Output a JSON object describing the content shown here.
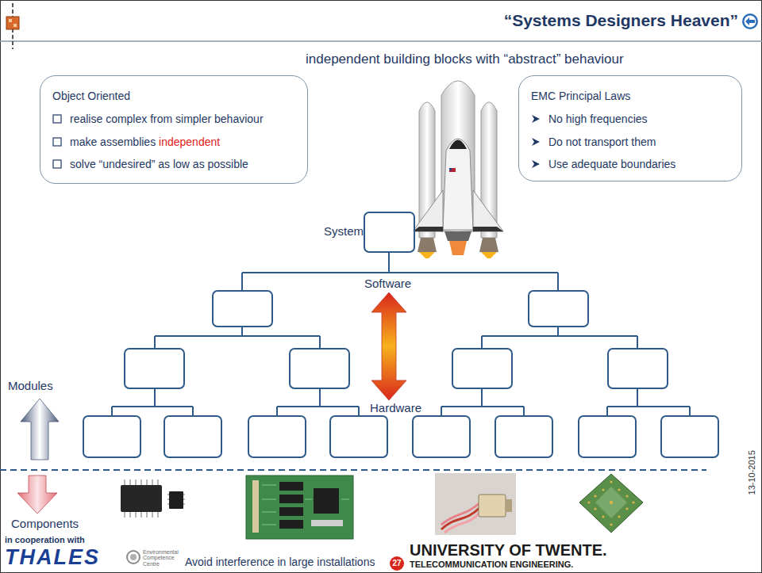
{
  "diagram": {
    "title": "“Systems Designers Heaven”",
    "nodes": [
      {
        "text": [
          "Object Oriented",
          "realise complex from simpler behaviour",
          "make assemblies",
          "independent",
          "solve “undesired” as low as possible"
        ]
      },
      {
        "text": [
          "EMC Principal Laws",
          "No high frequencies",
          "Do not transport them",
          "Use adequate boundaries"
        ]
      }
    ],
    "labels": [
      "independent building blocks with “abstract” behaviour",
      "System",
      "Software",
      "Hardware",
      "Modules",
      "Components",
      "in cooperation with",
      "THALES",
      "Environmental Competence Centre",
      "Avoid interference in large installations",
      "27",
      "UNIVERSITY OF TWENTE.",
      "TELECOMMUNICATION ENGINEERING.",
      "13-10-2015"
    ]
  }
}
